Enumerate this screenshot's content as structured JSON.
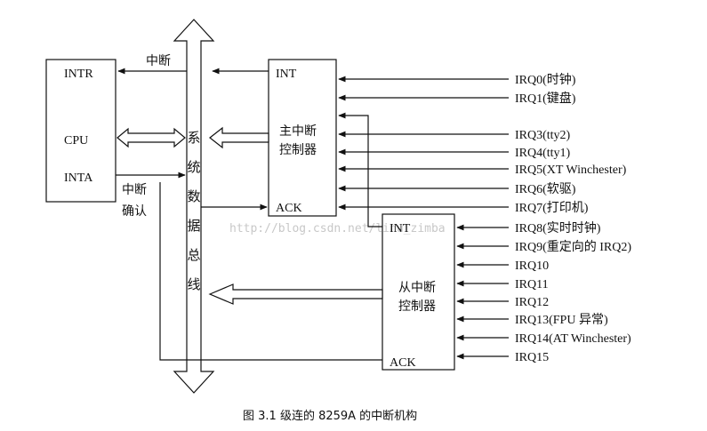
{
  "cpu": {
    "intr": "INTR",
    "name": "CPU",
    "inta": "INTA"
  },
  "bus": {
    "chars": [
      "系",
      "统",
      "数",
      "据",
      "总",
      "线"
    ]
  },
  "master": {
    "int": "INT",
    "line1": "主中断",
    "line2": "控制器",
    "ack": "ACK"
  },
  "slave": {
    "int": "INT",
    "line1": "从中断",
    "line2": "控制器",
    "ack": "ACK"
  },
  "labels": {
    "interrupt": "中断",
    "ack_line1": "中断",
    "ack_line2": "确认"
  },
  "irqs": [
    "IRQ0(时钟)",
    "IRQ1(键盘)",
    "IRQ3(tty2)",
    "IRQ4(tty1)",
    "IRQ5(XT Winchester)",
    "IRQ6(软驱)",
    "IRQ7(打印机)",
    "IRQ8(实时时钟)",
    "IRQ9(重定向的 IRQ2)",
    "IRQ10",
    "IRQ11",
    "IRQ12",
    "IRQ13(FPU 异常)",
    "IRQ14(AT Winchester)",
    "IRQ15"
  ],
  "caption": "图 3.1   级连的 8259A 的中断机构",
  "watermark": "http://blog.csdn.net/linu_zimba"
}
